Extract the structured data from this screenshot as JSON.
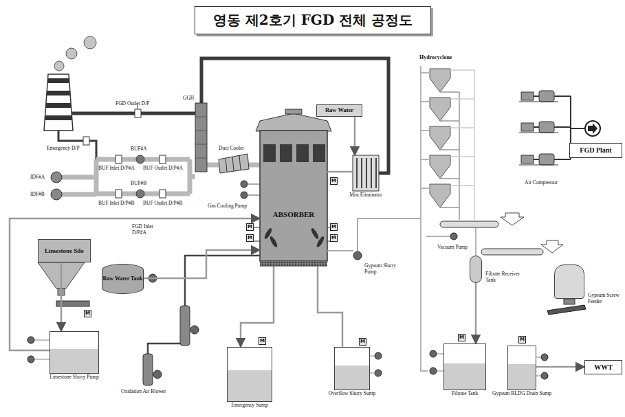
{
  "diagram": {
    "title": "영동 제2호기 FGD 전체 공정도",
    "nodes": [
      {
        "text": [
          "Raw Water"
        ]
      },
      {
        "text": [
          "ABSORBER"
        ]
      },
      {
        "text": [
          "Mist Eliminator"
        ]
      },
      {
        "text": [
          "FGD Plant"
        ]
      },
      {
        "text": [
          "Filtrate Receiver Tank"
        ]
      },
      {
        "text": [
          "Filtrate Tank"
        ]
      },
      {
        "text": [
          "Gypsum BLDG Drain Sump"
        ]
      },
      {
        "text": [
          "WWT"
        ]
      },
      {
        "text": [
          "Overflow Slurry Sump"
        ]
      },
      {
        "text": [
          "Emergency Sump"
        ]
      },
      {
        "text": [
          "Raw Water Tank"
        ]
      },
      {
        "text": [
          "Limestone Silo"
        ]
      },
      {
        "text": [
          "Limestone Slurry Pump"
        ]
      },
      {
        "text": [
          "Gypsum Screw Feeder"
        ]
      }
    ],
    "edges": [
      {
        "from": 0,
        "to": 2,
        "arrow": "to"
      },
      {
        "from": 1,
        "to": 2,
        "arrow": "none"
      },
      {
        "from": 4,
        "to": 5,
        "arrow": "to"
      },
      {
        "from": 6,
        "to": 7,
        "arrow": "to"
      },
      {
        "from": 11,
        "to": 12,
        "arrow": "to"
      },
      {
        "from": 12,
        "to": 1,
        "arrow": "to"
      },
      {
        "from": 10,
        "to": 1,
        "arrow": "to"
      },
      {
        "from": 1,
        "to": 8,
        "arrow": "none"
      },
      {
        "from": 1,
        "to": 9,
        "arrow": "to"
      }
    ],
    "labels": [
      "Hydrocyclone",
      "GGH",
      "FGD Outlet D/P",
      "Emergency D/P",
      "BUF#A",
      "BUF Inlet D/P#A",
      "BUF Outlet D/P#A",
      "BUF#B",
      "BUF Inlet D/P#B",
      "BUF Outlet D/P#B",
      "IDF#A",
      "IDF#B",
      "Duct Cooler",
      "Gas Cooling Pump",
      "FGD Inlet D/P#A",
      "Gypsum Slurry Pump",
      "Vacuum Pump",
      "Air Compressor",
      "Oxidation Air Blower",
      "M",
      "M",
      "M",
      "M",
      "M",
      "M",
      "M",
      "M",
      "M",
      "M"
    ]
  }
}
